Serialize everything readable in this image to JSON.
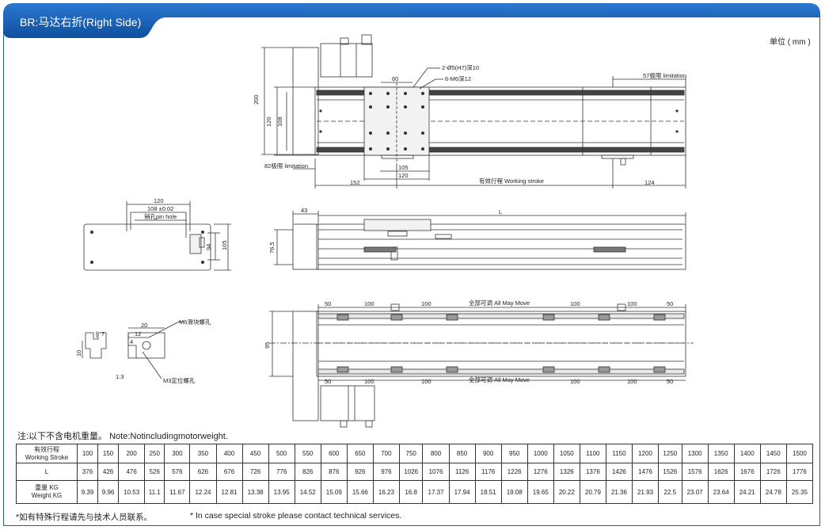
{
  "header": {
    "title": "BR:马达右折(Right Side)",
    "unit_label": "单位 ( mm )"
  },
  "drawing": {
    "top_view": {
      "dims": {
        "d200": "200",
        "d120": "120",
        "d108": "108",
        "d60": "60",
        "d105": "105",
        "d120b": "120",
        "d152": "152",
        "d124": "124"
      },
      "annotations": {
        "hole_spec": "2-Ø5(H7)深10",
        "thread_spec": "6-M6深12",
        "limit_right": "57极限 limitation",
        "limit_left": "82极限 limitation",
        "working_stroke": "有效行程 Working stroke"
      }
    },
    "side_view": {
      "dims": {
        "d43": "43",
        "L": "L",
        "d765": "76.5"
      }
    },
    "bottom_view": {
      "dims": {
        "d50": "50",
        "d100": "100",
        "d95": "95"
      },
      "all_may_move": "全部可调 All May Move"
    },
    "end_plate": {
      "dims": {
        "d120": "120",
        "d108": "108 ±0.02",
        "d94": "94",
        "d105": "105"
      },
      "pin_hole": "销孔pin hole"
    },
    "slot_detail": {
      "dims": {
        "d7": "7",
        "d10": "10",
        "d20": "20",
        "d12": "12",
        "d4": "4"
      },
      "m6_label": "M6滑块螺孔",
      "m3_label": "M3定位螺孔",
      "scale": "1:3"
    }
  },
  "note": "注:以下不含电机重量。 Note:Notincludingmotorweight.",
  "table": {
    "row_headers": {
      "stroke_cn": "有效行程",
      "stroke_en": "Working Stroke",
      "length": "L",
      "weight_cn": "重量 KG",
      "weight_en": "Weight KG"
    },
    "strokes": [
      "100",
      "150",
      "200",
      "250",
      "300",
      "350",
      "400",
      "450",
      "500",
      "550",
      "600",
      "650",
      "700",
      "750",
      "800",
      "850",
      "900",
      "950",
      "1000",
      "1050",
      "1100",
      "1150",
      "1200",
      "1250",
      "1300",
      "1350",
      "1400",
      "1450",
      "1500"
    ],
    "lengths": [
      "376",
      "426",
      "476",
      "526",
      "576",
      "626",
      "676",
      "726",
      "776",
      "826",
      "876",
      "926",
      "976",
      "1026",
      "1076",
      "1126",
      "1176",
      "1226",
      "1276",
      "1326",
      "1376",
      "1426",
      "1476",
      "1526",
      "1576",
      "1626",
      "1676",
      "1726",
      "1776"
    ],
    "weights": [
      "9.39",
      "9.96",
      "10.53",
      "11.1",
      "11.67",
      "12.24",
      "12.81",
      "13.38",
      "13.95",
      "14.52",
      "15.09",
      "15.66",
      "16.23",
      "16.8",
      "17.37",
      "17.94",
      "18.51",
      "19.08",
      "19.65",
      "20.22",
      "20.79",
      "21.36",
      "21.93",
      "22.5",
      "23.07",
      "23.64",
      "24.21",
      "24.78",
      "25.35"
    ]
  },
  "footnote_cn": "*如有特殊行程请先与技术人员联系。",
  "footnote_en": "* In case special stroke please contact technical services.",
  "colors": {
    "brand_blue": "#1a5fb0",
    "line": "#333333"
  }
}
